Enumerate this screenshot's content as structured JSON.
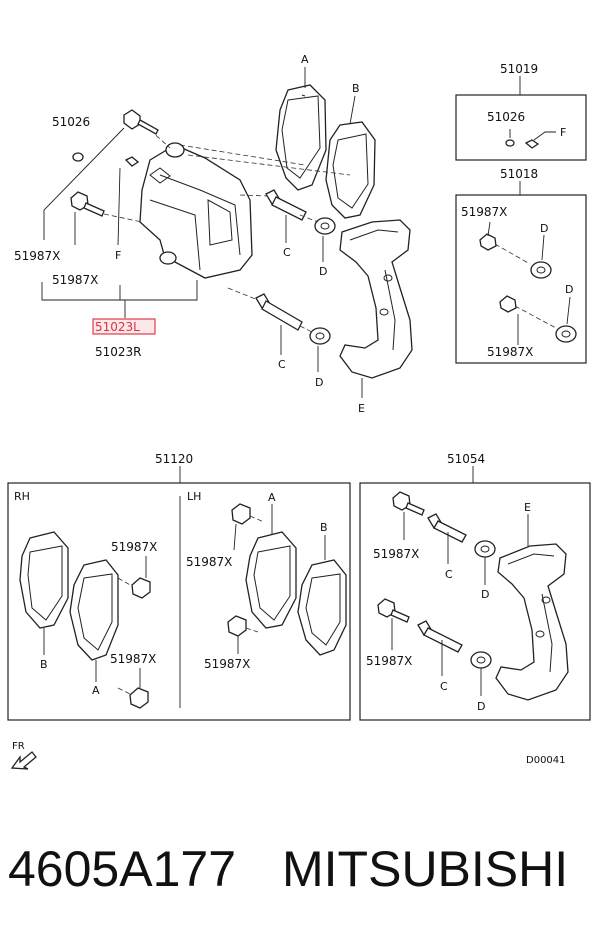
{
  "top": {
    "bolt_51026": "51026",
    "bolt_x_1": "51987X",
    "bolt_x_2": "51987X",
    "f_label": "F",
    "caliper_highlight": "51023L",
    "caliper_right": "51023R",
    "pad_a": "A",
    "pad_b": "B",
    "pin_c_1": "C",
    "pin_c_2": "C",
    "boot_d_1": "D",
    "boot_d_2": "D",
    "bracket_e": "E"
  },
  "right_boxes": {
    "title_51019": "51019",
    "inner_51026": "51026",
    "inner_f": "F",
    "title_51018": "51018",
    "bolt_x_a": "51987X",
    "bolt_x_b": "51987X",
    "d_a": "D",
    "d_b": "D"
  },
  "pad_kit": {
    "title": "51120",
    "rh": "RH",
    "lh": "LH",
    "rh_b": "B",
    "rh_a": "A",
    "rh_x1": "51987X",
    "rh_x2": "51987X",
    "lh_a": "A",
    "lh_b": "B",
    "lh_x1": "51987X",
    "lh_x2": "51987X"
  },
  "bracket_kit": {
    "title": "51054",
    "x1": "51987X",
    "x2": "51987X",
    "c1": "C",
    "c2": "C",
    "d1": "D",
    "d2": "D",
    "e": "E"
  },
  "fr": "FR",
  "drawing_code": "D00041",
  "footer": {
    "part_number": "4605A177",
    "brand": "MITSUBISHI"
  }
}
